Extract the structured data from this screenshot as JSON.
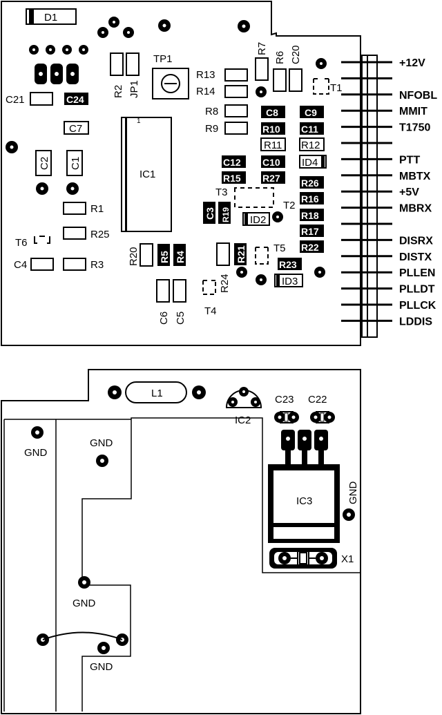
{
  "top_board": {
    "diodes": {
      "d1": "D1",
      "id2": "ID2",
      "id3": "ID3",
      "id4": "ID4"
    },
    "ic1": "IC1",
    "ic1_pin1": "1",
    "tp1": "TP1",
    "jp1": "JP1",
    "resistors": {
      "r1": "R1",
      "r2": "R2",
      "r3": "R3",
      "r4": "R4",
      "r5": "R5",
      "r6": "R6",
      "r7": "R7",
      "r8": "R8",
      "r9": "R9",
      "r10": "R10",
      "r11": "R11",
      "r12": "R12",
      "r13": "R13",
      "r14": "R14",
      "r15": "R15",
      "r16": "R16",
      "r17": "R17",
      "r18": "R18",
      "r19": "R19",
      "r20": "R20",
      "r21": "R21",
      "r22": "R22",
      "r23": "R23",
      "r24": "R24",
      "r25": "R25",
      "r26": "R26",
      "r27": "R27"
    },
    "capacitors": {
      "c1": "C1",
      "c2": "C2",
      "c3": "C3",
      "c4": "C4",
      "c5": "C5",
      "c6": "C6",
      "c7": "C7",
      "c8": "C8",
      "c9": "C9",
      "c10": "C10",
      "c11": "C11",
      "c12": "C12",
      "c20": "C20",
      "c21": "C21",
      "c24": "C24"
    },
    "transistors": {
      "t1": "T1",
      "t2": "T2",
      "t3": "T3",
      "t4": "T4",
      "t5": "T5",
      "t6": "T6"
    },
    "connector_pins": [
      "+12V",
      "",
      "NFOBL",
      "MMIT",
      "T1750",
      "",
      "PTT",
      "MBTX",
      "+5V",
      "MBRX",
      "",
      "DISRX",
      "DISTX",
      "PLLEN",
      "PLLDT",
      "PLLCK",
      "LDDIS"
    ]
  },
  "bottom_board": {
    "l1": "L1",
    "ic2": "IC2",
    "ic3": "IC3",
    "c23": "C23",
    "c22": "C22",
    "x1": "X1",
    "gnd": "GND"
  }
}
